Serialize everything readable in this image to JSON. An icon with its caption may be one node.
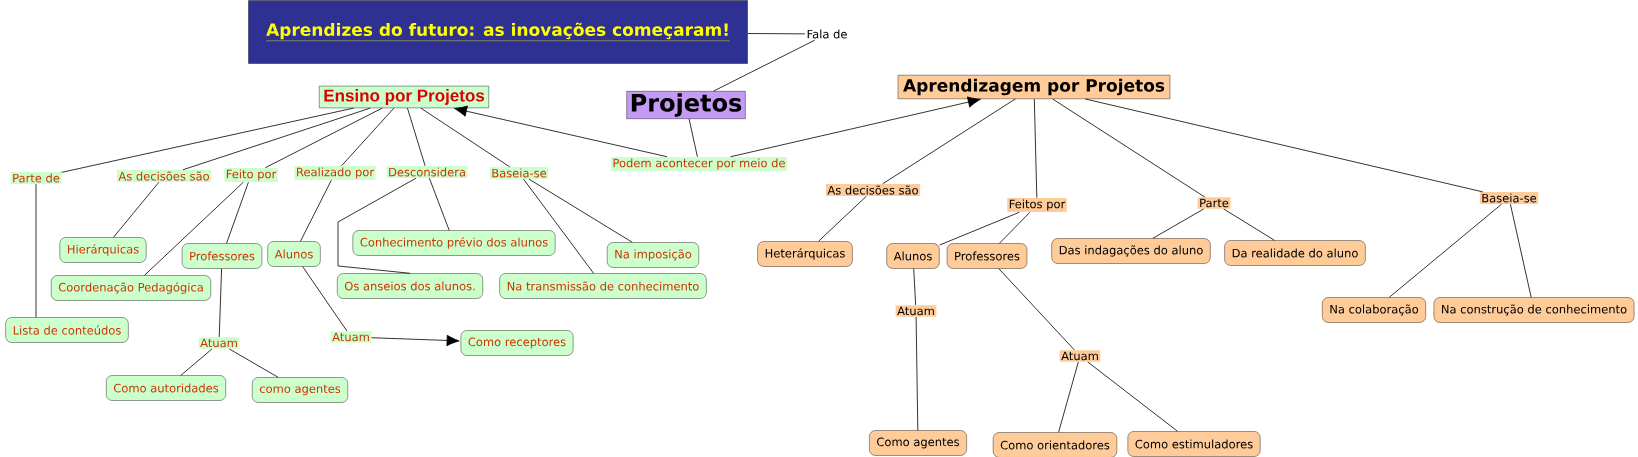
{
  "diagram": {
    "nodes": [
      {
        "text": [
          "Aprendizes do futuro: as inovações começaram!"
        ]
      },
      {
        "text": [
          "Fala de"
        ]
      },
      {
        "text": [
          "Projetos"
        ]
      },
      {
        "text": [
          "Ensino por Projetos"
        ]
      },
      {
        "text": [
          "Podem acontecer por meio de"
        ]
      },
      {
        "text": [
          "Aprendizagem por Projetos"
        ]
      },
      {
        "text": [
          "Parte de"
        ]
      },
      {
        "text": [
          "As decisões são"
        ]
      },
      {
        "text": [
          "Feito por"
        ]
      },
      {
        "text": [
          "Realizado por"
        ]
      },
      {
        "text": [
          "Desconsidera"
        ]
      },
      {
        "text": [
          "Baseia-se"
        ]
      },
      {
        "text": [
          "Hierárquicas"
        ]
      },
      {
        "text": [
          "Professores"
        ]
      },
      {
        "text": [
          "Alunos"
        ]
      },
      {
        "text": [
          "Conhecimento prévio dos alunos"
        ]
      },
      {
        "text": [
          "Na imposição"
        ]
      },
      {
        "text": [
          "Coordenação Pedagógica"
        ]
      },
      {
        "text": [
          "Os anseios dos alunos."
        ]
      },
      {
        "text": [
          "Na transmissão de conhecimento"
        ]
      },
      {
        "text": [
          "Lista de conteúdos"
        ]
      },
      {
        "text": [
          "Atuam"
        ]
      },
      {
        "text": [
          "Atuam"
        ]
      },
      {
        "text": [
          "Como receptores"
        ]
      },
      {
        "text": [
          "Como autoridades"
        ]
      },
      {
        "text": [
          "como agentes"
        ]
      },
      {
        "text": [
          "As decisões são"
        ]
      },
      {
        "text": [
          "Feitos por"
        ]
      },
      {
        "text": [
          "Parte"
        ]
      },
      {
        "text": [
          "Baseia-se"
        ]
      },
      {
        "text": [
          "Heterárquicas"
        ]
      },
      {
        "text": [
          "Alunos"
        ]
      },
      {
        "text": [
          "Professores"
        ]
      },
      {
        "text": [
          "Das indagações do aluno"
        ]
      },
      {
        "text": [
          "Da realidade do aluno"
        ]
      },
      {
        "text": [
          "Atuam"
        ]
      },
      {
        "text": [
          "Atuam"
        ]
      },
      {
        "text": [
          "Na colaboração"
        ]
      },
      {
        "text": [
          "Na construção de conhecimento"
        ]
      },
      {
        "text": [
          "Como agentes"
        ]
      },
      {
        "text": [
          "Como orientadores"
        ]
      },
      {
        "text": [
          "Como estimuladores"
        ]
      }
    ],
    "edges": [
      {
        "from": 0,
        "to": 1,
        "arrow": "none"
      },
      {
        "from": 1,
        "to": 2,
        "arrow": "none"
      },
      {
        "from": 2,
        "to": 4,
        "arrow": "none"
      },
      {
        "from": 4,
        "to": 3,
        "arrow": "to"
      },
      {
        "from": 4,
        "to": 5,
        "arrow": "to"
      },
      {
        "from": 3,
        "to": 6,
        "arrow": "none"
      },
      {
        "from": 3,
        "to": 7,
        "arrow": "none"
      },
      {
        "from": 3,
        "to": 8,
        "arrow": "none"
      },
      {
        "from": 3,
        "to": 9,
        "arrow": "none"
      },
      {
        "from": 3,
        "to": 10,
        "arrow": "none"
      },
      {
        "from": 3,
        "to": 11,
        "arrow": "none"
      },
      {
        "from": 6,
        "to": 20,
        "arrow": "none"
      },
      {
        "from": 7,
        "to": 12,
        "arrow": "none"
      },
      {
        "from": 8,
        "to": 17,
        "arrow": "none"
      },
      {
        "from": 8,
        "to": 13,
        "arrow": "none"
      },
      {
        "from": 9,
        "to": 14,
        "arrow": "none"
      },
      {
        "from": 10,
        "to": 15,
        "arrow": "none"
      },
      {
        "from": 10,
        "to": 18,
        "arrow": "none"
      },
      {
        "from": 11,
        "to": 16,
        "arrow": "none"
      },
      {
        "from": 11,
        "to": 19,
        "arrow": "none"
      },
      {
        "from": 13,
        "to": 21,
        "arrow": "none"
      },
      {
        "from": 21,
        "to": 24,
        "arrow": "none"
      },
      {
        "from": 21,
        "to": 25,
        "arrow": "none"
      },
      {
        "from": 14,
        "to": 22,
        "arrow": "none"
      },
      {
        "from": 22,
        "to": 23,
        "arrow": "to"
      },
      {
        "from": 5,
        "to": 26,
        "arrow": "none"
      },
      {
        "from": 5,
        "to": 27,
        "arrow": "none"
      },
      {
        "from": 5,
        "to": 28,
        "arrow": "none"
      },
      {
        "from": 5,
        "to": 29,
        "arrow": "none"
      },
      {
        "from": 26,
        "to": 30,
        "arrow": "none"
      },
      {
        "from": 27,
        "to": 31,
        "arrow": "none"
      },
      {
        "from": 27,
        "to": 32,
        "arrow": "none"
      },
      {
        "from": 28,
        "to": 33,
        "arrow": "none"
      },
      {
        "from": 28,
        "to": 34,
        "arrow": "none"
      },
      {
        "from": 29,
        "to": 37,
        "arrow": "none"
      },
      {
        "from": 29,
        "to": 38,
        "arrow": "none"
      },
      {
        "from": 31,
        "to": 35,
        "arrow": "none"
      },
      {
        "from": 35,
        "to": 39,
        "arrow": "none"
      },
      {
        "from": 32,
        "to": 36,
        "arrow": "none"
      },
      {
        "from": 36,
        "to": 40,
        "arrow": "none"
      },
      {
        "from": 36,
        "to": 41,
        "arrow": "none"
      }
    ]
  }
}
